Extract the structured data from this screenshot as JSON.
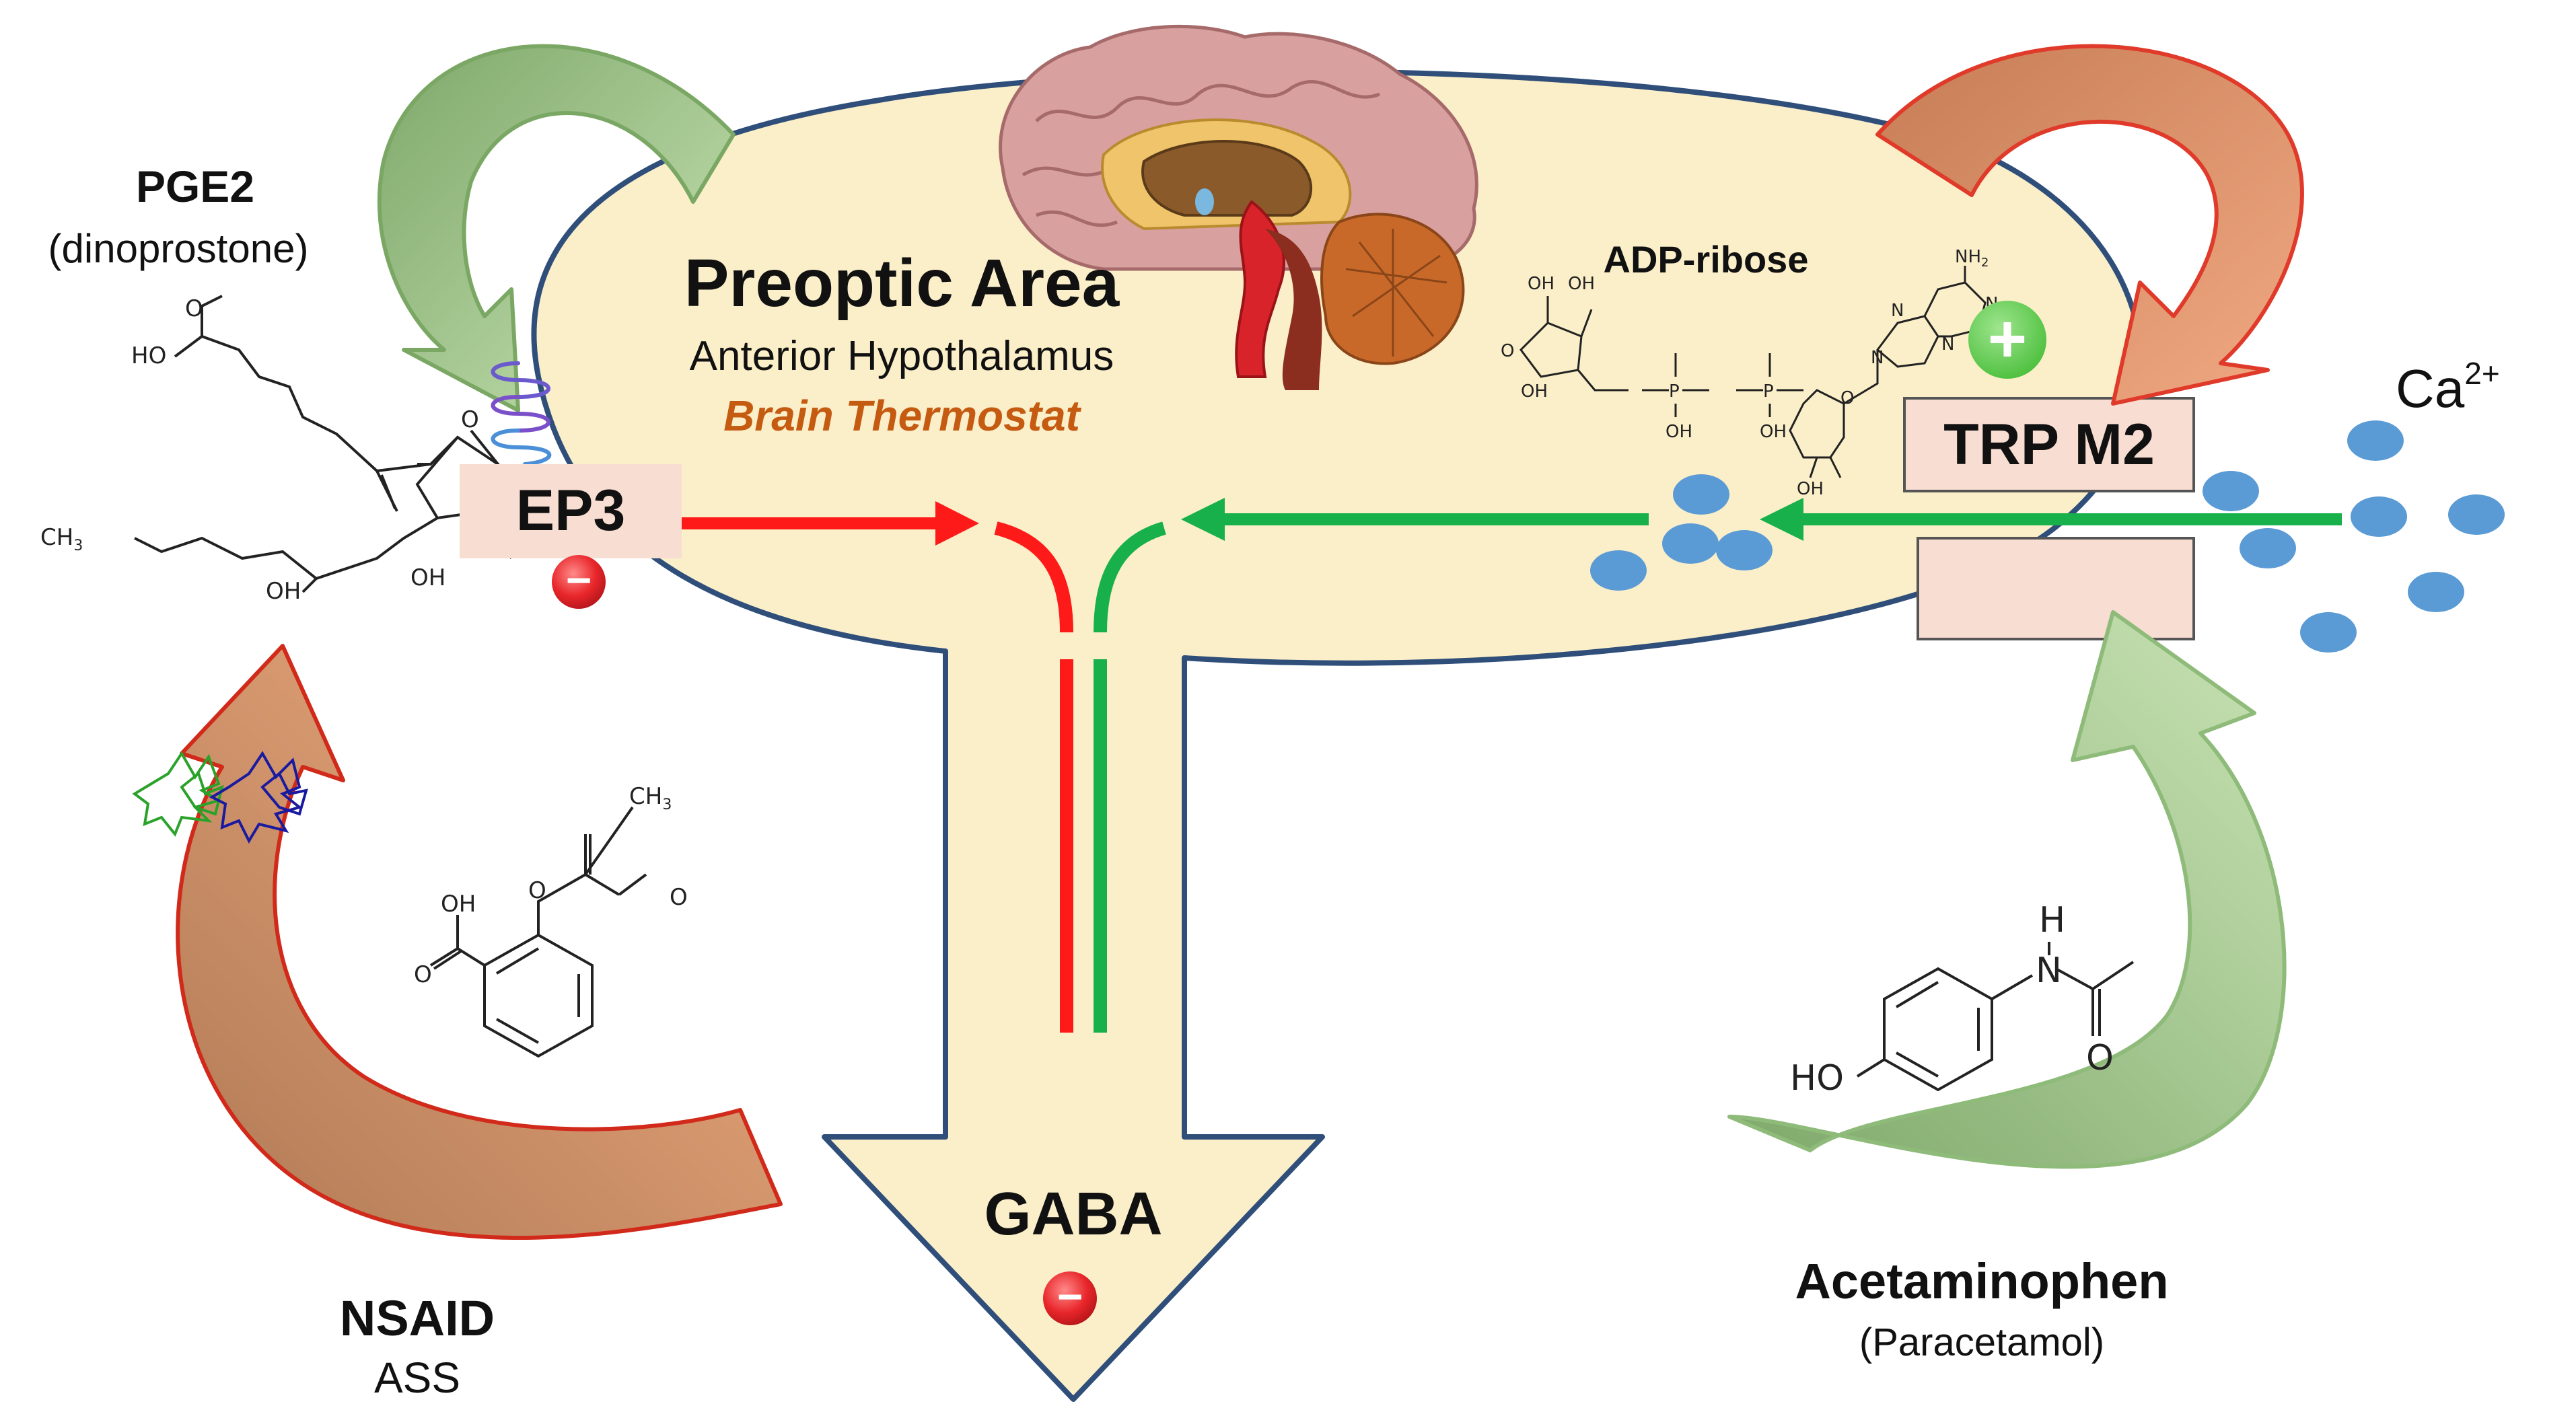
{
  "labels": {
    "region_title": "Preoptic Area",
    "region_subtitle": "Anterior Hypothalamus",
    "region_role": "Brain Thermostat",
    "pge2_name": "PGE2",
    "pge2_alias": "(dinoprostone)",
    "receptor_ep3": "EP3",
    "channel_trpm2": "TRP M2",
    "adp_ribose": "ADP-ribose",
    "calcium_base": "Ca",
    "calcium_charge": "2+",
    "gaba": "GABA",
    "nsaid": "NSAID",
    "nsaid_example": "ASS",
    "acetaminophen": "Acetaminophen",
    "acetaminophen_alias": "(Paracetamol)"
  },
  "effect_signs": {
    "ep3": "−",
    "gaba": "−",
    "adp_ribose": "+"
  },
  "chem_labels": {
    "pge2_acid": "HO",
    "pge2_acid_o": "O",
    "pge2_ketone_o": "O",
    "pge2_ch3": "CH",
    "pge2_ch3_sub": "3",
    "pge2_oh_ring": "OH",
    "pge2_oh_chain": "OH",
    "aspirin_oh": "OH",
    "aspirin_o1": "O",
    "aspirin_o2": "O",
    "aspirin_o3": "O",
    "aspirin_ch3": "CH",
    "aspirin_ch3_sub": "3",
    "apap_ho": "HO",
    "apap_h": "H",
    "apap_n": "N",
    "apap_o": "O",
    "adp_nh2": "NH",
    "adp_nh2_sub": "2",
    "adp_oh1": "OH",
    "adp_oh2": "OH",
    "adp_oh3": "OH",
    "adp_oh4": "OH",
    "adp_oh5": "OH",
    "adp_oh6": "OH",
    "adp_p1": "P",
    "adp_p2": "P",
    "adp_o_ring1": "O",
    "adp_o_ring2": "O",
    "adp_n1": "N",
    "adp_n2": "N",
    "adp_n3": "N",
    "adp_n4": "N",
    "adp_n5": "N"
  },
  "colors": {
    "region_fill": "#fbefc9",
    "region_outline": "#2f4f7a",
    "receptor_box": "#f8ddd2",
    "inhibit_red": "#ff1a1a",
    "activate_green": "#18b04a",
    "green_arrow": "#8fb77a",
    "orange_arrow": "#e49a6b",
    "calcium_ion": "#5b9bd5",
    "thermostat_text": "#c55a11",
    "plus_badge": "#59c94b"
  },
  "icons": {
    "brain": "brain-sagittal-icon",
    "receptor_coil": "gpcr-coil-icon",
    "enzyme": "cox-enzyme-icon"
  }
}
